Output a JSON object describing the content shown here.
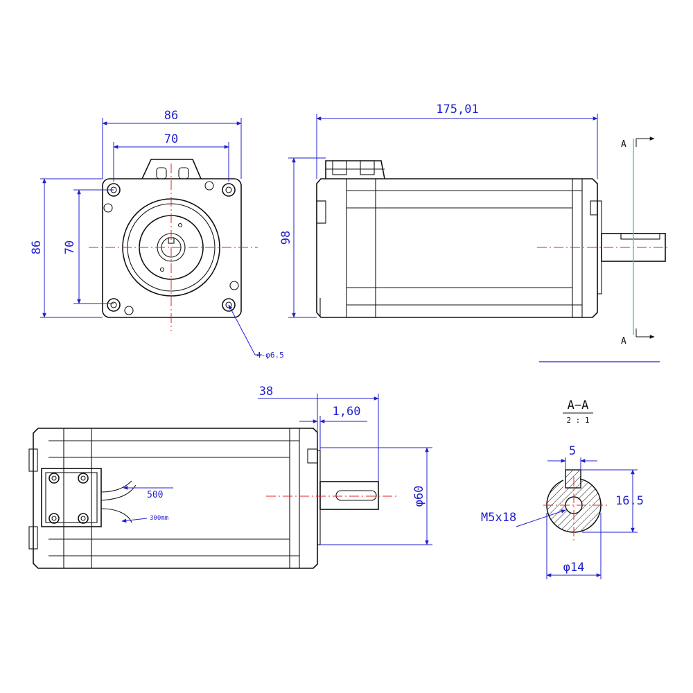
{
  "front_view": {
    "width_outer": "86",
    "width_holes": "70",
    "height_outer": "86",
    "height_holes": "70",
    "holes": "4-φ6.5"
  },
  "side_view": {
    "length": "175,01",
    "height": "98",
    "section_mark": "A"
  },
  "bottom_view": {
    "shaft_length": "38",
    "flange_step": "1,60",
    "pilot_diameter": "φ60",
    "cable_1": "500",
    "cable_2": "300mm"
  },
  "section_view": {
    "title": "A−A",
    "scale": "2 : 1",
    "key_width": "5",
    "key_height": "16.5",
    "thread": "M5x18",
    "shaft_diameter": "φ14"
  },
  "colors": {
    "outline": "#111111",
    "dimension": "#1f1fd0",
    "centerline": "#e02020",
    "section_plane": "#3cc8d8"
  }
}
